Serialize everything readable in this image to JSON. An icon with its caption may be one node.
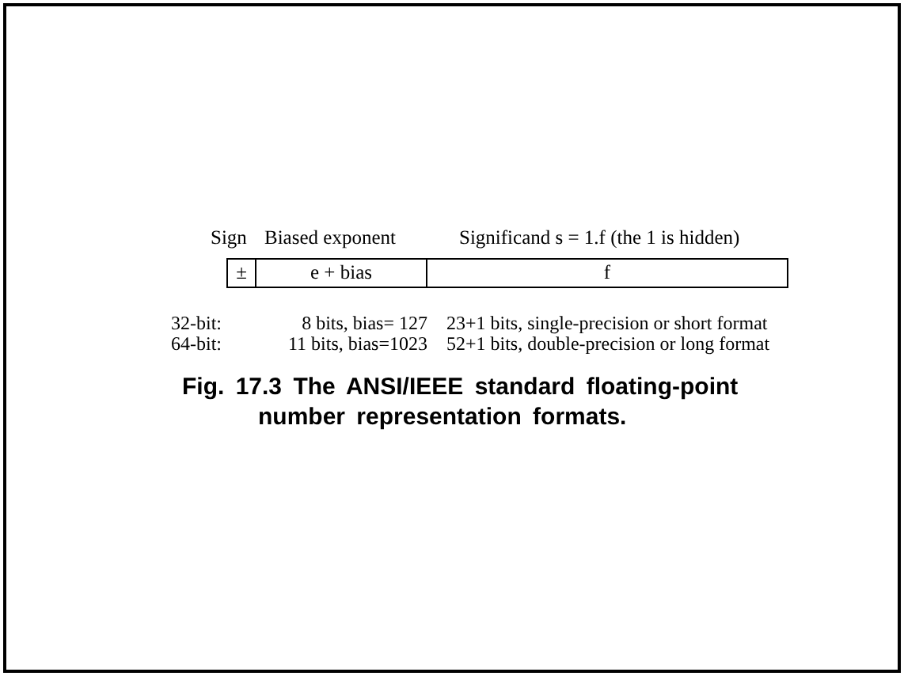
{
  "diagram": {
    "caption": "Fig. 17.3 The ANSI/IEEE standard floating-point number representation formats.",
    "nodes": [
      {
        "text": [
          "Sign",
          "±"
        ]
      },
      {
        "text": [
          "Biased exponent",
          "e + bias"
        ]
      },
      {
        "text": [
          "Significand s = 1.f (the 1 is hidden)",
          "f"
        ]
      }
    ],
    "labels": [
      "32-bit:",
      "8 bits, bias= 127",
      "23+1 bits, single-precision or short format",
      "64-bit:",
      "11 bits, bias=1023",
      "52+1 bits, double-precision or long format"
    ]
  }
}
